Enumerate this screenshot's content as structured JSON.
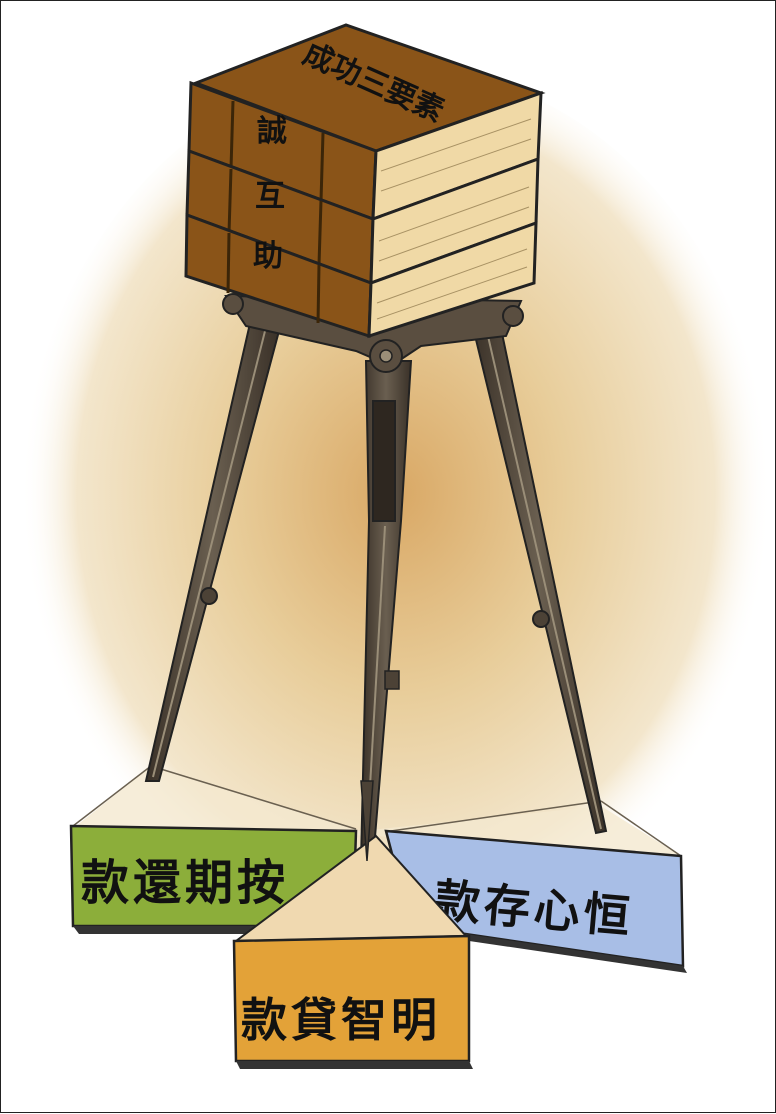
{
  "illustration": {
    "books": {
      "top_cover_text": "成功三要素",
      "spine_texts": [
        "誠",
        "互",
        "助"
      ]
    },
    "labels": {
      "left": "款還期按",
      "right": "款存心恒",
      "bottom": "款貸智明"
    },
    "colors": {
      "left_label": "#8cae3a",
      "right_label": "#a8bee6",
      "bottom_label": "#e3a238",
      "glow": "#e4c690",
      "book_cover": "#8a5418",
      "book_pages": "#f0d9a6",
      "tripod": "#4c4236"
    }
  }
}
